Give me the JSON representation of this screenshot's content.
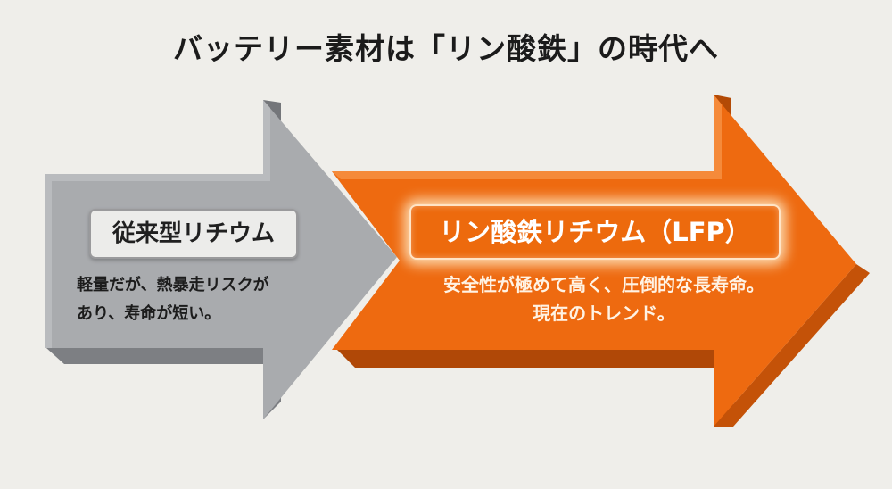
{
  "title": "バッテリー素材は「リン酸鉄」の時代へ",
  "old_stage": {
    "label": "従来型リチウム",
    "description_lines": [
      "軽量だが、熱暴走リスクが",
      "あり、寿命が短い。"
    ]
  },
  "new_stage": {
    "label": "リン酸鉄リチウム（LFP）",
    "description_lines": [
      "安全性が極めて高く、圧倒的な長寿命。",
      "現在のトレンド。"
    ]
  },
  "colors": {
    "background": "#efeeea",
    "old_arrow": "#a9abae",
    "new_arrow": "#ee6a10",
    "title_text": "#1b1b1b"
  }
}
